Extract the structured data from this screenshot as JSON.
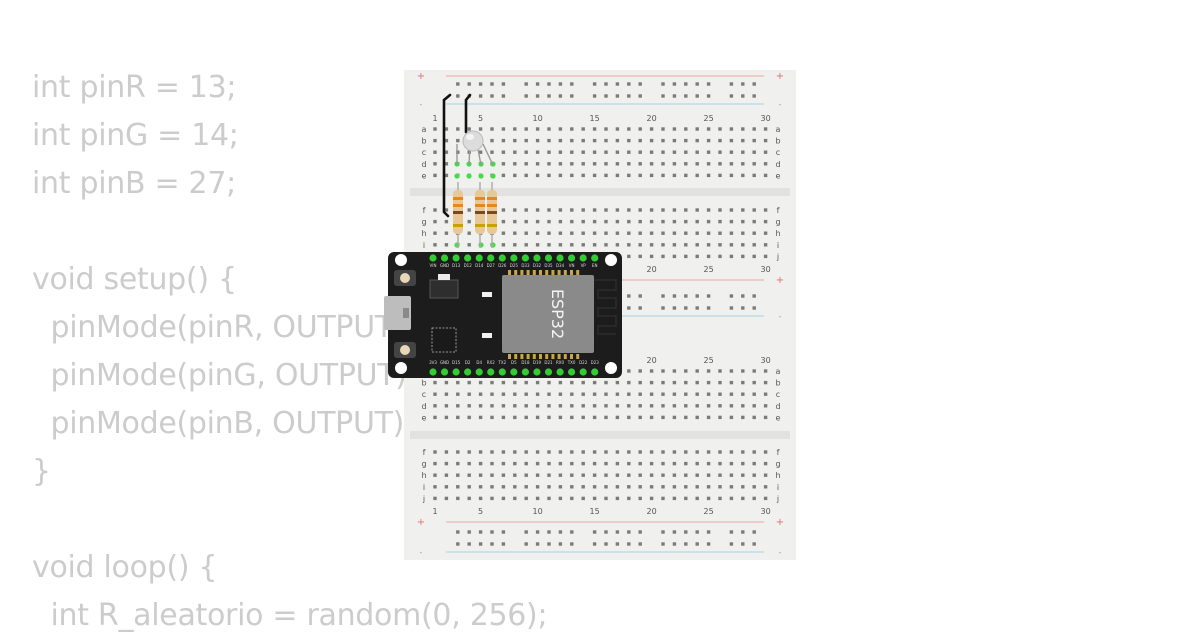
{
  "code": {
    "lines": [
      "int pinR = 13;",
      "int pinG = 14;",
      "int pinB = 27;",
      "",
      "void setup() {",
      "  pinMode(pinR, OUTPUT);",
      "  pinMode(pinG, OUTPUT);",
      "  pinMode(pinB, OUTPUT);",
      "}",
      "",
      "void loop() {",
      "  int R_aleatorio = random(0, 256);"
    ]
  },
  "breadboard": {
    "column_numbers": [
      "1",
      "5",
      "10",
      "15",
      "20",
      "25",
      "30"
    ],
    "row_letters_top": [
      "a",
      "b",
      "c",
      "d",
      "e"
    ],
    "row_letters_bottom": [
      "f",
      "g",
      "h",
      "i",
      "j"
    ],
    "rail_plus": "+",
    "rail_minus": "-",
    "body_color": "#f0f0ee",
    "hole_color": "#7a7a7a",
    "red_line_color": "#e8a8a8",
    "blue_line_color": "#a8d0e8"
  },
  "esp32": {
    "chip_label": "ESP32",
    "top_pins": [
      "VIN",
      "GND",
      "D13",
      "D12",
      "D14",
      "D27",
      "D26",
      "D25",
      "D33",
      "D32",
      "D35",
      "D34",
      "VN",
      "VP",
      "EN"
    ],
    "bottom_pins": [
      "3V3",
      "GND",
      "D15",
      "D2",
      "D4",
      "RX2",
      "TX2",
      "D5",
      "D18",
      "D19",
      "D21",
      "RX0",
      "TX0",
      "D22",
      "D23"
    ],
    "board_color": "#1c1c1c",
    "pin_color": "#33cc33"
  }
}
